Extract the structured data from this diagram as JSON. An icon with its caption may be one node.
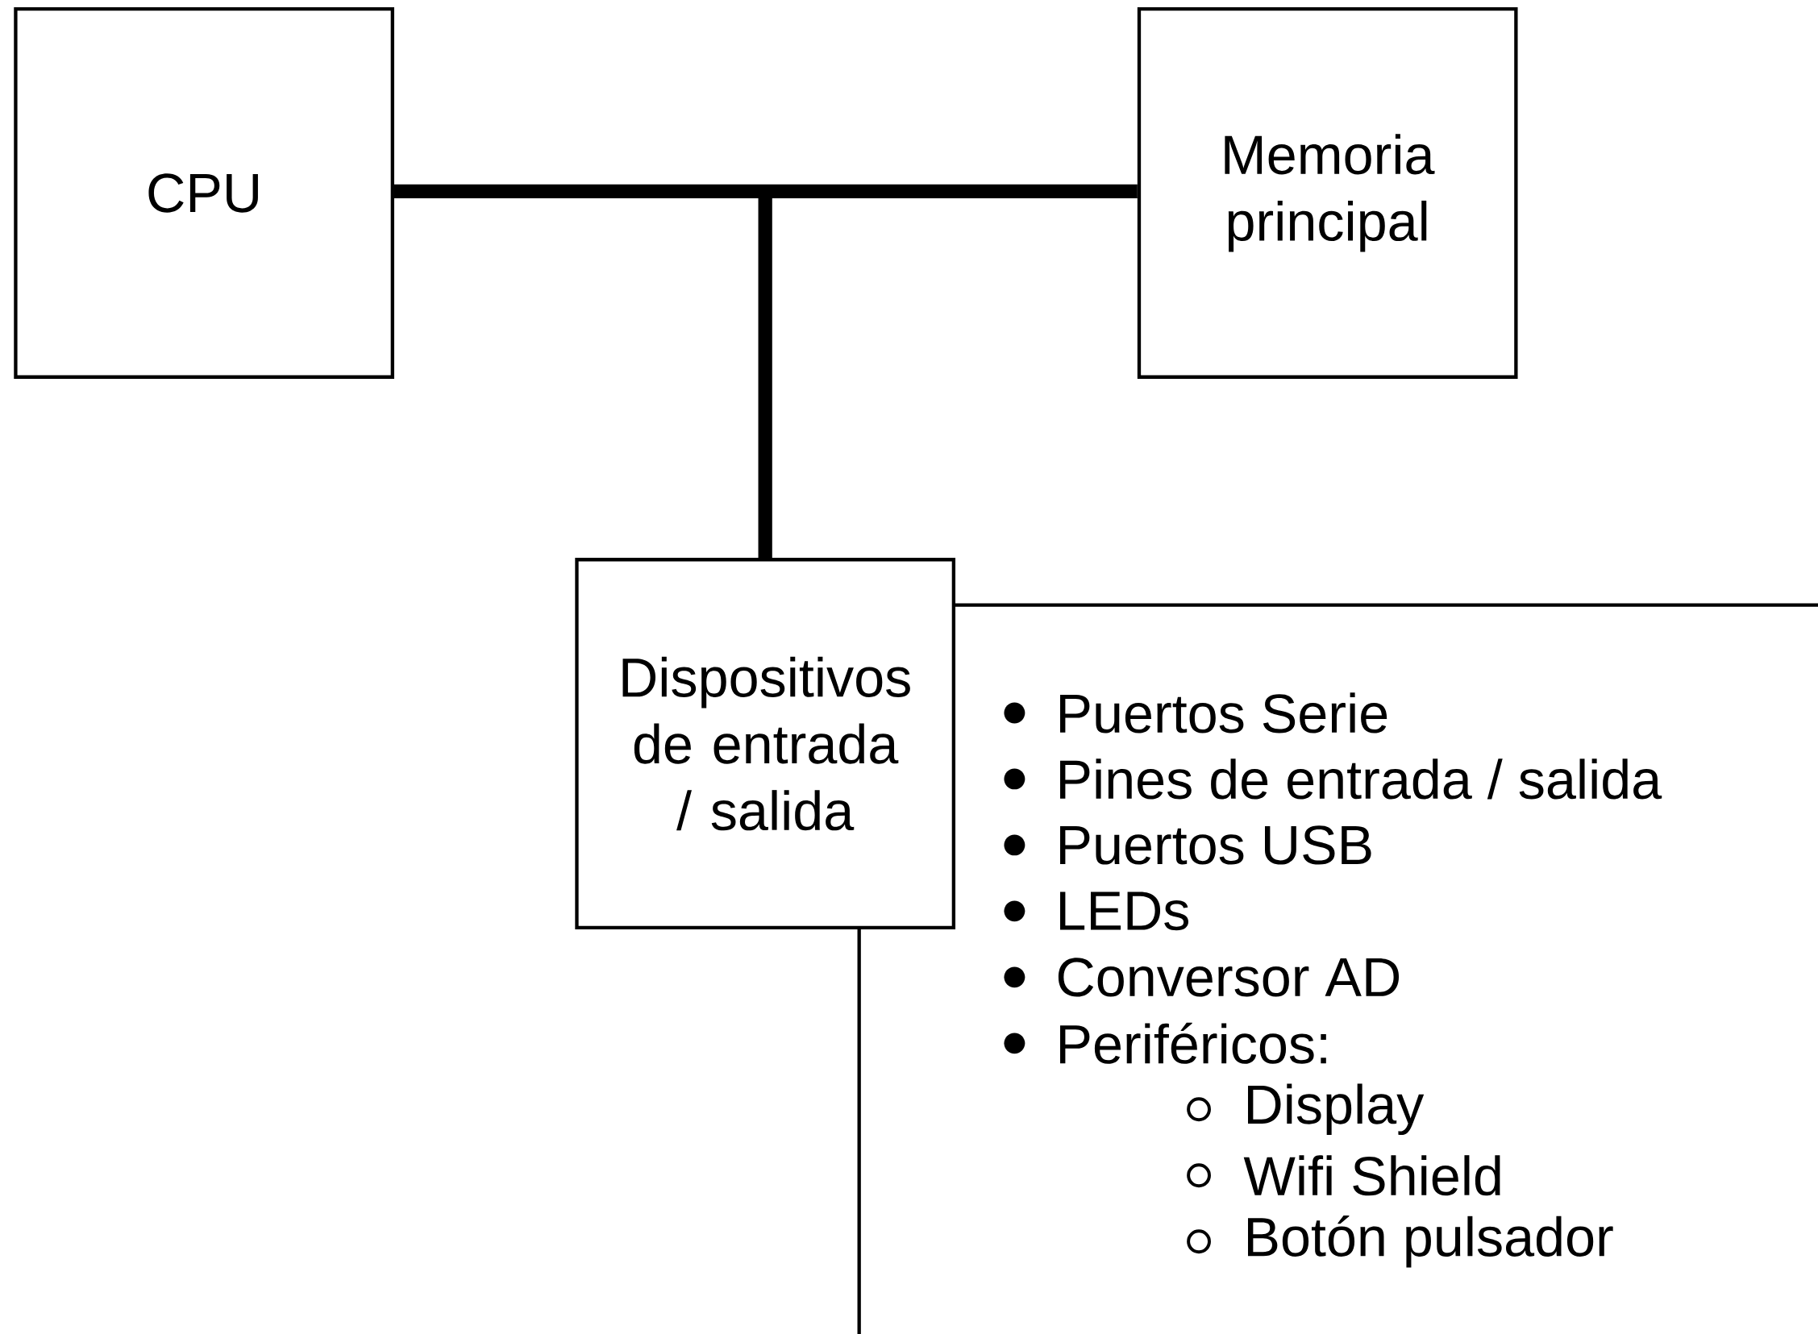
{
  "diagram": {
    "nodes": [
      {
        "text": [
          "CPU"
        ]
      },
      {
        "text": [
          "Memoria principal"
        ]
      },
      {
        "text": [
          "Dispositivos de entrada / salida"
        ]
      },
      {
        "text": [
          "Puertos Serie",
          "Pines de entrada / salida",
          "Puertos USB",
          "LEDs",
          "Conversor AD",
          "Periféricos:"
        ]
      },
      {
        "text": [
          "Display",
          "Wifi Shield",
          "Botón pulsador"
        ],
        "in": 3
      }
    ],
    "edges": [
      {
        "from": 0,
        "to": 1,
        "arrow": "none"
      },
      {
        "from": null,
        "to": 2,
        "arrow": "none"
      }
    ]
  }
}
